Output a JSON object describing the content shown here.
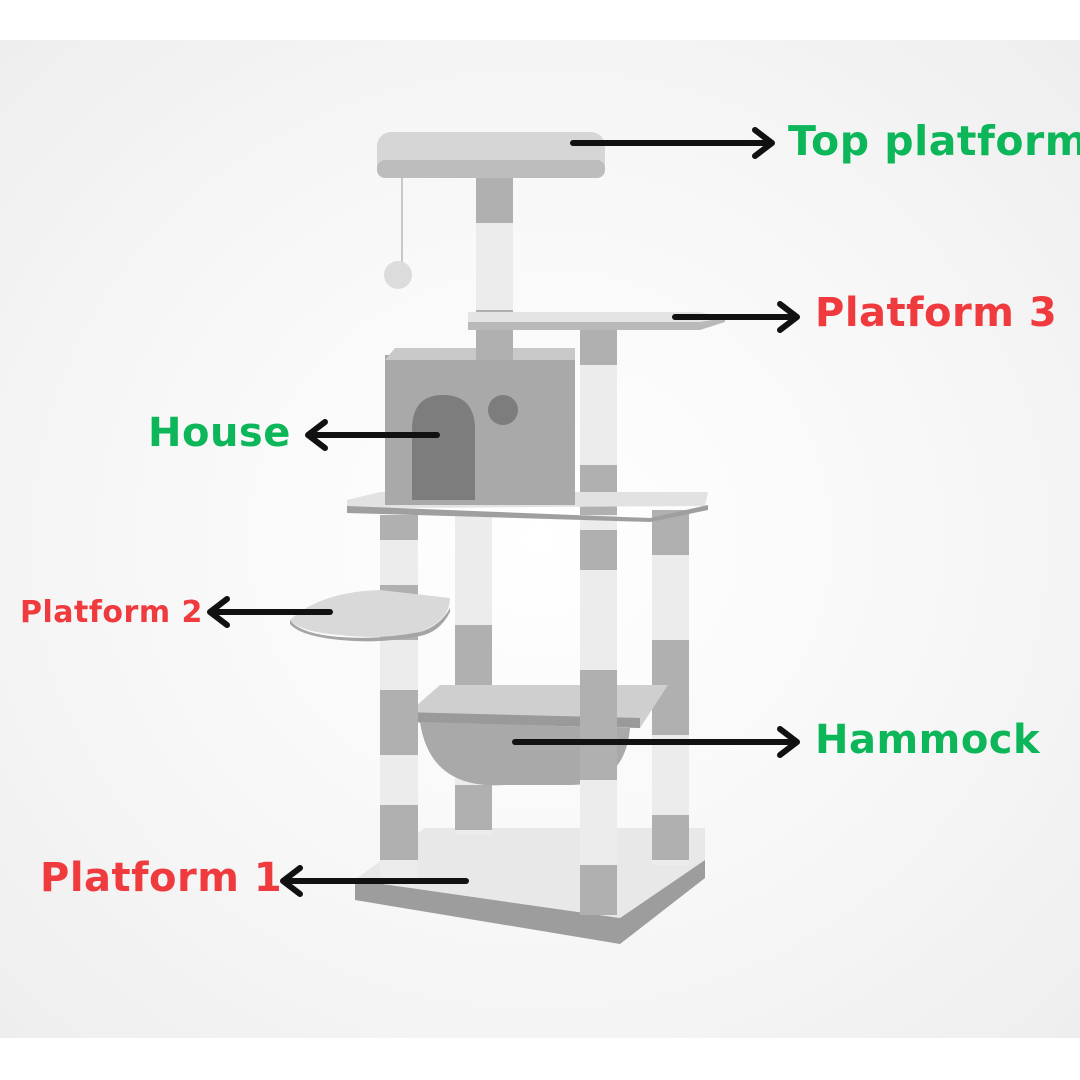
{
  "colors": {
    "green": "#0cb659",
    "red": "#ef3a3e",
    "arrow": "#111111"
  },
  "labels": {
    "top_platform": "Top platform",
    "platform_3": "Platform 3",
    "house": "House",
    "platform_2": "Platform 2",
    "hammock": "Hammock",
    "platform_1": "Platform 1"
  }
}
